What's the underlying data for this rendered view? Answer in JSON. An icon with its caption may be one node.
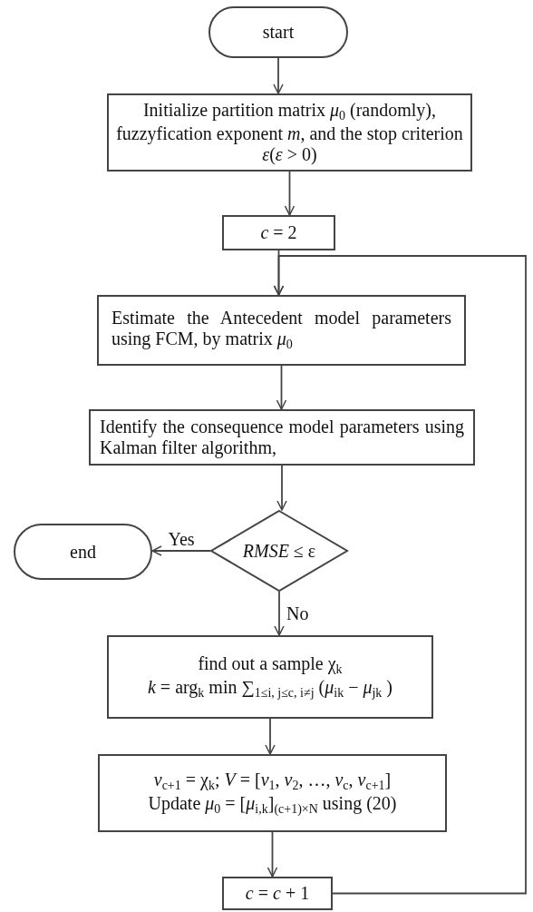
{
  "diagram": {
    "nodes": [
      {
        "text": [
          "start"
        ]
      },
      {
        "text": [
          "Initialize partition matrix *μ*$_{0}$ (randomly), fuzzyfication exponent *m*, and the stop criterion *ε*(*ε* > 0)"
        ]
      },
      {
        "text": [
          "*c* = 2"
        ]
      },
      {
        "text": [
          "Estimate the Antecedent model parameters using FCM, by matrix *μ*$_{0}$"
        ]
      },
      {
        "text": [
          "Identify the consequence model parameters using Kalman filter algorithm,"
        ]
      },
      {
        "text": [
          "*RMSE* ≤ ε"
        ]
      },
      {
        "text": [
          "end"
        ]
      },
      {
        "text": [
          "find out a sample χ$_{k}$",
          "*k* = arg$_{k}$ min ∑$_{1≤i, j≤c, i≠j}$ (*μ*$_{ik}$ − *μ*$_{jk}$ )"
        ]
      },
      {
        "text": [
          "*v*$_{c+1}$ = χ$_{k}$; *V* = [*v*$_{1}$, *v*$_{2}$, …, *v*$_{c}$, *v*$_{c+1}$]",
          "Update *μ*$_{0}$ = [*μ*$_{i,k}$]$_{(c+1)×N}$ using (20)"
        ]
      },
      {
        "text": [
          "*c* = *c* + 1"
        ]
      }
    ],
    "edges": [
      {
        "from": 0,
        "to": 1,
        "arrow": "to"
      },
      {
        "from": 1,
        "to": 2,
        "arrow": "to"
      },
      {
        "from": 2,
        "to": 3,
        "arrow": "to"
      },
      {
        "from": 3,
        "to": 4,
        "arrow": "to"
      },
      {
        "from": 4,
        "to": 5,
        "arrow": "to"
      },
      {
        "from": 5,
        "to": 6,
        "arrow": "to",
        "label": "Yes"
      },
      {
        "from": 5,
        "to": 7,
        "arrow": "to",
        "label": "No"
      },
      {
        "from": 7,
        "to": 8,
        "arrow": "to"
      },
      {
        "from": 8,
        "to": 9,
        "arrow": "to"
      },
      {
        "from": 9,
        "to": 3,
        "arrow": "to"
      }
    ]
  }
}
